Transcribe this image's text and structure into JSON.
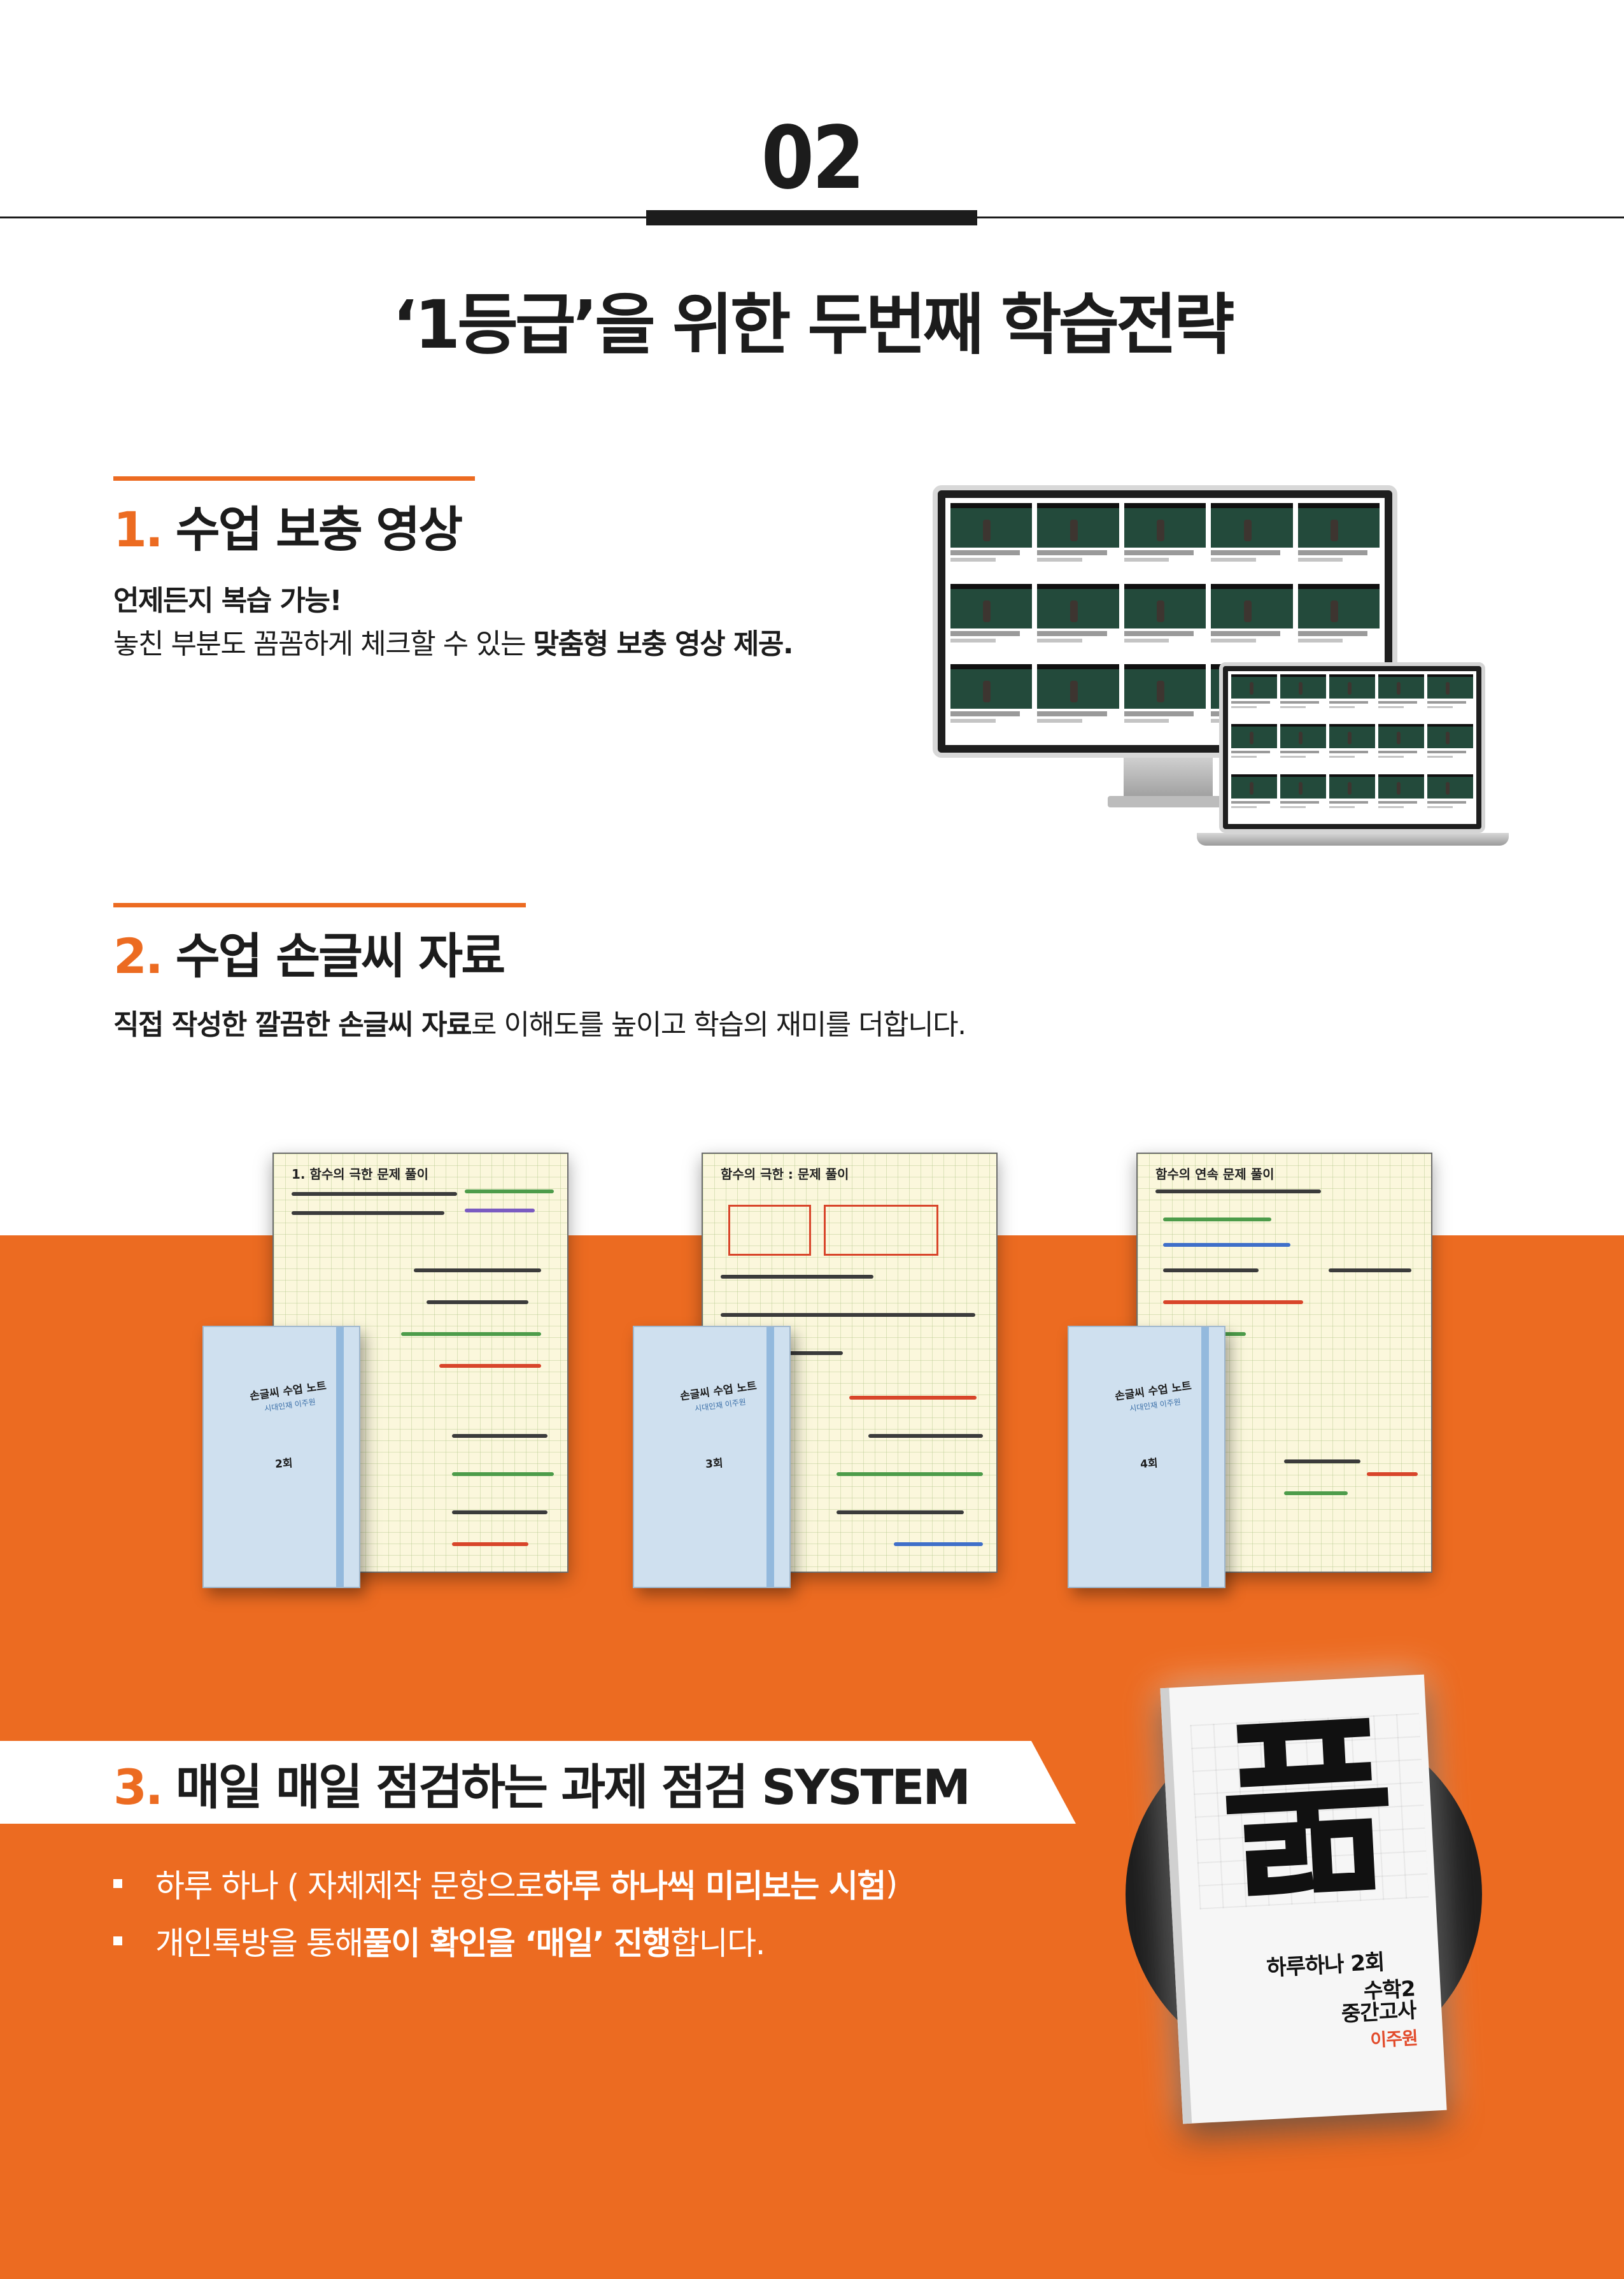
{
  "header": {
    "section_number": "02",
    "title": "‘1등급’을 위한 두번째 학습전략"
  },
  "section1": {
    "num": "1.",
    "heading": "수업 보충 영상",
    "line1": "언제든지 복습 가능!",
    "line2_prefix": "놓친 부분도 꼼꼼하게 체크할 수 있는 ",
    "line2_bold": "맞춤형 보충 영상 제공."
  },
  "section2": {
    "num": "2.",
    "heading": "수업 손글씨 자료",
    "desc_bold": "직접 작성한 깔끔한 손글씨 자료",
    "desc_rest": "로 이해도를 높이고 학습의 재미를 더합니다.",
    "notes": [
      {
        "page_title": "1. 함수의 극한 문제 풀이",
        "cover_label": "손글씨 수업 노트",
        "cover_sub": "시대인재 이주원",
        "round": "2회"
      },
      {
        "page_title": "함수의 극한 : 문제 풀이",
        "cover_label": "손글씨 수업 노트",
        "cover_sub": "시대인재 이주원",
        "round": "3회"
      },
      {
        "page_title": "함수의 연속 문제 풀이",
        "cover_label": "손글씨 수업 노트",
        "cover_sub": "시대인재 이주원",
        "round": "4회"
      }
    ]
  },
  "section3": {
    "num": "3.",
    "heading": "매일 매일 점검하는 과제 점검 SYSTEM",
    "bullet1_prefix": "하루 하나 ( 자체제작 문항으로 ",
    "bullet1_bold": "하루 하나씩 미리보는 시험",
    "bullet1_suffix": " )",
    "bullet2_prefix": "개인톡방을 통해 ",
    "bullet2_bold": "풀이 확인을 ‘매일’ 진행",
    "bullet2_suffix": "합니다."
  },
  "booklet": {
    "big_char": "풂",
    "daily": "하루하나 2회",
    "subject_line1": "수학2",
    "subject_line2": "중간고사",
    "author": "이주원"
  },
  "colors": {
    "accent": "#ec6b21",
    "dark": "#1c1c1c",
    "author_red": "#e24b2b"
  }
}
